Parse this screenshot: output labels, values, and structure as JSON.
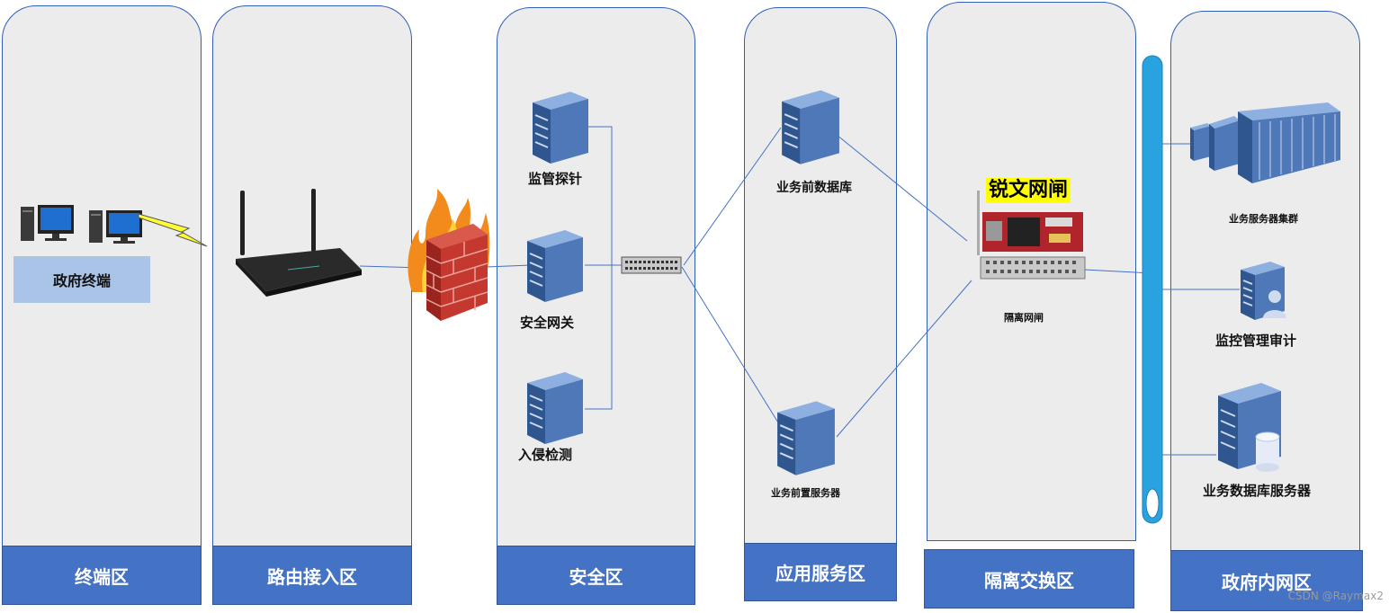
{
  "zones": [
    {
      "name": "终端区"
    },
    {
      "name": "路由接入区"
    },
    {
      "name": "安全区"
    },
    {
      "name": "应用服务区"
    },
    {
      "name": "隔离交换区"
    },
    {
      "name": "政府内网区"
    }
  ],
  "nodes": {
    "gov_terminal": "政府终端",
    "monitor_probe": "监管探针",
    "security_gateway": "安全网关",
    "intrusion_detection": "入侵检测",
    "front_database": "业务前数据库",
    "front_server": "业务前置服务器",
    "isolation_gateway": "隔离网闸",
    "brand_label": "锐文网闸",
    "server_cluster": "业务服务器集群",
    "monitor_audit": "监控管理审计",
    "db_server": "业务数据库服务器"
  },
  "watermark": "CSDN @Raymax2",
  "colors": {
    "zone_fill": "#ececec",
    "zone_border": "#2f5fb3",
    "footer_fill": "#4472c4",
    "server_blue": "#4f78b8",
    "bus_blue": "#29a3e0",
    "brand_highlight": "#ffff00",
    "terminal_box": "#a9c4e6"
  }
}
